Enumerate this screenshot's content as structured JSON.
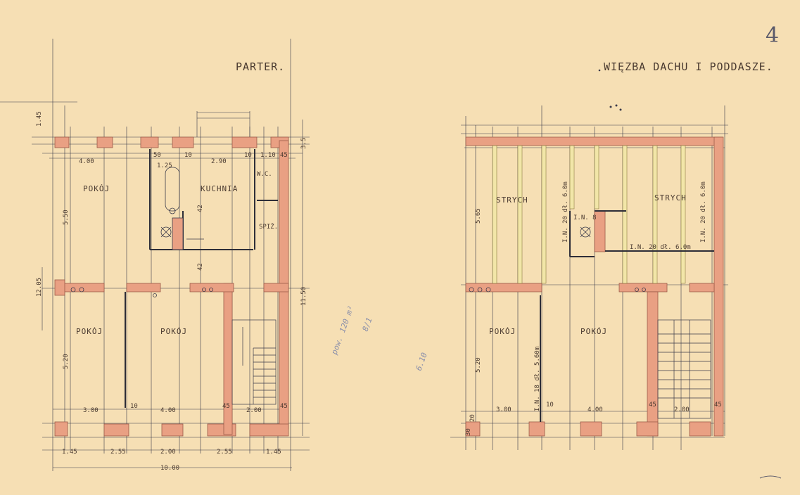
{
  "page_number": "4",
  "left_plan": {
    "title": "PARTER.",
    "rooms": [
      "POKÓJ",
      "KUCHNIA",
      "POKÓJ",
      "POKÓJ"
    ],
    "notes": {
      "wc": "W.C.",
      "pantry": "SPIŻ."
    },
    "dims_top": [
      "4.00",
      "1.25",
      "2.90",
      "10",
      "1.10",
      "45",
      "10",
      "50"
    ],
    "dims_bottom_inner": [
      "3.00",
      "10",
      "4.00",
      "45",
      "2.00",
      "45"
    ],
    "dims_bottom": [
      "1.45",
      "2.55",
      "2.00",
      "2.55",
      "1.45"
    ],
    "dim_total": "10.00",
    "dims_left": [
      "1.45",
      "12.05",
      "5.50",
      "5.20"
    ],
    "dims_right": [
      "11.50",
      "3.5"
    ],
    "dims_inner": [
      "42",
      "42"
    ]
  },
  "right_plan": {
    "title": "WIĘZBA DACHU I PODDASZE.",
    "rooms": [
      "STRYCH",
      "STRYCH",
      "POKÓJ",
      "POKÓJ"
    ],
    "beams": [
      "I.N. 20 dł. 6.0m",
      "I.N. 8",
      "I.N. 20 dł. 6.0m",
      "I.N. 20 dł. 6.0m",
      "I.N. 18 dł. 5.60m"
    ],
    "dims_left": [
      "5.65",
      "5.20",
      "20",
      "30"
    ],
    "dims_bottom_inner": [
      "3.00",
      "10",
      "4.00",
      "45",
      "2.00",
      "45"
    ]
  },
  "pencil_notes": [
    "pow. 120 m²",
    "8/1",
    "6.10"
  ]
}
